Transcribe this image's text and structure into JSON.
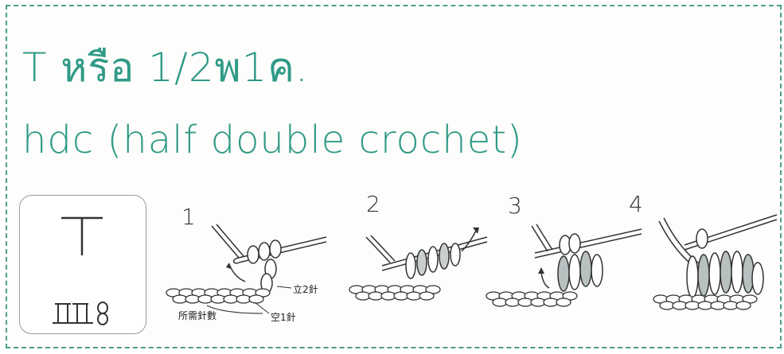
{
  "title_thai": "T  หรือ 1/2พ1ค.",
  "title_english": "hdc (half double crochet)",
  "symbol": {
    "label": "T",
    "glyph": "T"
  },
  "steps": [
    {
      "number": "1",
      "labels": {
        "stand": "立2針",
        "base": "所需針數",
        "skip": "空1針"
      }
    },
    {
      "number": "2"
    },
    {
      "number": "3"
    },
    {
      "number": "4"
    }
  ],
  "colors": {
    "title": "#2f9a86",
    "border": "#4a9f8f",
    "yarn_fill": "#ffffff",
    "yarn_stroke": "#333333",
    "yarn_shade": "#9fa6a6"
  }
}
